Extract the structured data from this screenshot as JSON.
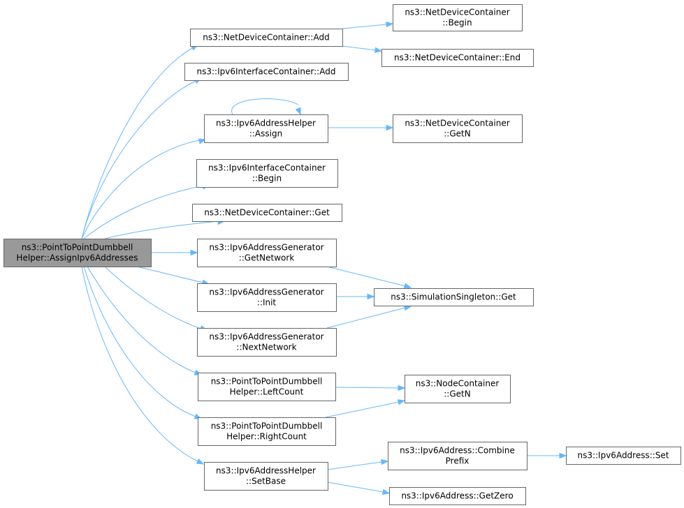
{
  "diagram": {
    "nodes": [
      {
        "id": "root",
        "lines": [
          "ns3::PointToPointDumbbell",
          "Helper::AssignIpv6Addresses"
        ],
        "root": true
      },
      {
        "id": "ndc_add",
        "lines": [
          "ns3::NetDeviceContainer::Add"
        ]
      },
      {
        "id": "ndc_begin",
        "lines": [
          "ns3::NetDeviceContainer",
          "::Begin"
        ]
      },
      {
        "id": "ndc_end",
        "lines": [
          "ns3::NetDeviceContainer::End"
        ]
      },
      {
        "id": "iic_add",
        "lines": [
          "ns3::Ipv6InterfaceContainer::Add"
        ]
      },
      {
        "id": "iah_assign",
        "lines": [
          "ns3::Ipv6AddressHelper",
          "::Assign"
        ]
      },
      {
        "id": "ndc_getn",
        "lines": [
          "ns3::NetDeviceContainer",
          "::GetN"
        ]
      },
      {
        "id": "iic_begin",
        "lines": [
          "ns3::Ipv6InterfaceContainer",
          "::Begin"
        ]
      },
      {
        "id": "ndc_get",
        "lines": [
          "ns3::NetDeviceContainer::Get"
        ]
      },
      {
        "id": "iag_getnetwork",
        "lines": [
          "ns3::Ipv6AddressGenerator",
          "::GetNetwork"
        ]
      },
      {
        "id": "ss_get",
        "lines": [
          "ns3::SimulationSingleton::Get"
        ]
      },
      {
        "id": "iag_init",
        "lines": [
          "ns3::Ipv6AddressGenerator",
          "::Init"
        ]
      },
      {
        "id": "iag_nextnetwork",
        "lines": [
          "ns3::Ipv6AddressGenerator",
          "::NextNetwork"
        ]
      },
      {
        "id": "ptp_leftcount",
        "lines": [
          "ns3::PointToPointDumbbell",
          "Helper::LeftCount"
        ]
      },
      {
        "id": "nc_getn",
        "lines": [
          "ns3::NodeContainer",
          "::GetN"
        ]
      },
      {
        "id": "ptp_rightcount",
        "lines": [
          "ns3::PointToPointDumbbell",
          "Helper::RightCount"
        ]
      },
      {
        "id": "iah_setbase",
        "lines": [
          "ns3::Ipv6AddressHelper",
          "::SetBase"
        ]
      },
      {
        "id": "ia_combineprefix",
        "lines": [
          "ns3::Ipv6Address::Combine",
          "Prefix"
        ]
      },
      {
        "id": "ia_set",
        "lines": [
          "ns3::Ipv6Address::Set"
        ]
      },
      {
        "id": "ia_getzero",
        "lines": [
          "ns3::Ipv6Address::GetZero"
        ]
      }
    ],
    "edges": [
      {
        "from": "root",
        "to": "ndc_add"
      },
      {
        "from": "root",
        "to": "iic_add"
      },
      {
        "from": "root",
        "to": "iah_assign"
      },
      {
        "from": "root",
        "to": "iic_begin"
      },
      {
        "from": "root",
        "to": "ndc_get"
      },
      {
        "from": "root",
        "to": "iag_getnetwork"
      },
      {
        "from": "root",
        "to": "iag_init"
      },
      {
        "from": "root",
        "to": "iag_nextnetwork"
      },
      {
        "from": "root",
        "to": "ptp_leftcount"
      },
      {
        "from": "root",
        "to": "ptp_rightcount"
      },
      {
        "from": "root",
        "to": "iah_setbase"
      },
      {
        "from": "ndc_add",
        "to": "ndc_begin"
      },
      {
        "from": "ndc_add",
        "to": "ndc_end"
      },
      {
        "from": "iah_assign",
        "to": "iah_assign"
      },
      {
        "from": "iah_assign",
        "to": "ndc_getn"
      },
      {
        "from": "iag_getnetwork",
        "to": "ss_get"
      },
      {
        "from": "iag_init",
        "to": "ss_get"
      },
      {
        "from": "iag_nextnetwork",
        "to": "ss_get"
      },
      {
        "from": "ptp_leftcount",
        "to": "nc_getn"
      },
      {
        "from": "ptp_rightcount",
        "to": "nc_getn"
      },
      {
        "from": "iah_setbase",
        "to": "ia_combineprefix"
      },
      {
        "from": "iah_setbase",
        "to": "ia_getzero"
      },
      {
        "from": "ia_combineprefix",
        "to": "ia_set"
      }
    ],
    "colors": {
      "edge": "#63b8ff",
      "node_border": "#666666",
      "root_fill": "#999999",
      "node_fill": "#ffffff"
    }
  }
}
